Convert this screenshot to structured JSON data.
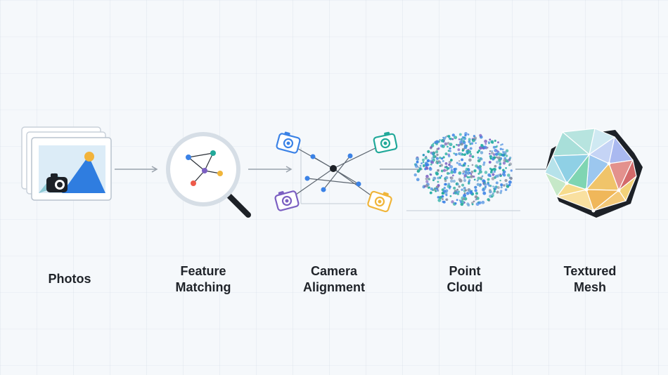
{
  "pipeline": {
    "steps": [
      {
        "lines": [
          "Photos"
        ]
      },
      {
        "lines": [
          "Feature",
          "Matching"
        ]
      },
      {
        "lines": [
          "Camera",
          "Alignment"
        ]
      },
      {
        "lines": [
          "Point",
          "Cloud"
        ]
      },
      {
        "lines": [
          "Textured",
          "Mesh"
        ]
      }
    ]
  },
  "colors": {
    "blue": "#3b82e6",
    "teal": "#22a99a",
    "purple": "#7b5fc2",
    "yellow": "#f0b53a",
    "red": "#ee5a4a",
    "arrow": "#9aa3ad",
    "text": "#1f2329"
  }
}
